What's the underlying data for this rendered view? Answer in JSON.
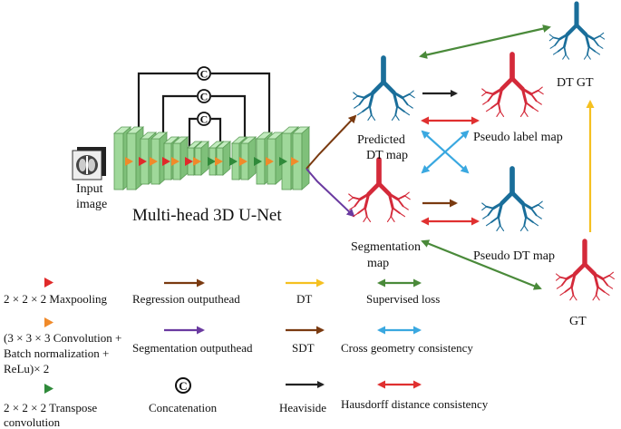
{
  "labels": {
    "input_image": [
      "Input",
      "image"
    ],
    "network": "Multi-head 3D U-Net",
    "predicted_dt_map": [
      "Predicted",
      "DT map"
    ],
    "segmentation_map": [
      "Segmentation",
      "map"
    ],
    "pseudo_label_map": "Pseudo label map",
    "pseudo_dt_map": "Pseudo DT map",
    "dt_gt": "DT GT",
    "gt": "GT",
    "concat_symbol": "C"
  },
  "legend": {
    "maxpooling": "2 × 2 × 2 Maxpooling",
    "conv_block": [
      "(3 × 3 × 3 Convolution +",
      "Batch normalization +",
      "ReLu)× 2"
    ],
    "transpose_conv": [
      "2 × 2 × 2 Transpose",
      "convolution"
    ],
    "regression_head": "Regression outputhead",
    "segmentation_head": "Segmentation outputhead",
    "concatenation": "Concatenation",
    "dt": "DT",
    "sdt": "SDT",
    "heaviside": "Heaviside",
    "supervised_loss": "Supervised loss",
    "cross_geometry": "Cross geometry consistency",
    "hausdorff": "Hausdorff distance consistency"
  },
  "colors": {
    "maxpool": "#e02a2a",
    "conv": "#f08a2a",
    "transpose": "#2f8a3a",
    "regression": "#7a3a10",
    "segmentation": "#6a3aa0",
    "dt_arrow": "#f5c020",
    "sdt_arrow": "#7a3a10",
    "heaviside": "#222222",
    "supervised": "#4a8a3a",
    "cross_geometry": "#3aa8e0",
    "hausdorff": "#e03030",
    "block_fill": "#9fd89a",
    "block_stroke": "#5a9a55",
    "tree_blue": "#1a6e9a",
    "tree_red": "#d42a3a"
  }
}
